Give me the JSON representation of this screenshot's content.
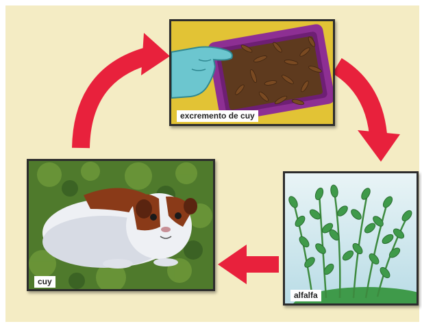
{
  "diagram": {
    "nodes": [
      {
        "id": "excremento",
        "label": "excremento de cuy",
        "icon": "guinea-pig-droppings-tray-picture"
      },
      {
        "id": "alfalfa",
        "label": "alfalfa",
        "icon": "alfalfa-plant-picture"
      },
      {
        "id": "cuy",
        "label": "cuy",
        "icon": "guinea-pig-picture"
      }
    ],
    "edges": [
      {
        "from": "excremento",
        "to": "alfalfa"
      },
      {
        "from": "alfalfa",
        "to": "cuy"
      },
      {
        "from": "cuy",
        "to": "excremento"
      }
    ],
    "colors": {
      "background": "#f4ecc4",
      "arrow": "#e8213c",
      "tray": "#8d2f93",
      "glove": "#6cc6cf",
      "plant": "#3f9a4a",
      "sky": "#cfe6ee",
      "grass": "#4f7a2c"
    }
  }
}
